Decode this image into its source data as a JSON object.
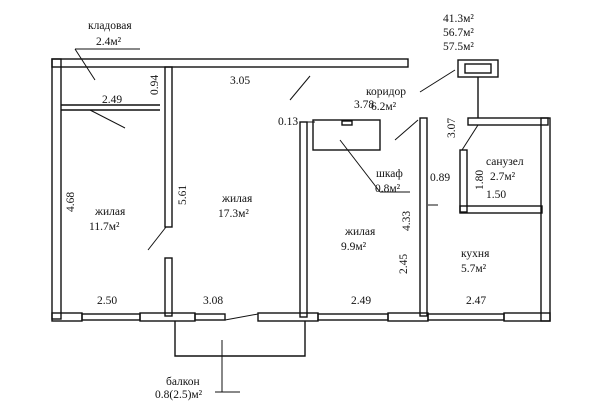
{
  "storage": {
    "name": "кладовая",
    "area": "2.4м²"
  },
  "totals": {
    "living": "41.3м²",
    "total": "56.7м²",
    "total_with_balcony": "57.5м²"
  },
  "rooms": {
    "living_left": {
      "name": "жилая",
      "area": "11.7м²"
    },
    "living_middle": {
      "name": "жилая",
      "area": "17.3м²"
    },
    "living_right": {
      "name": "жилая",
      "area": "9.9м²"
    },
    "corridor": {
      "name": "коридор",
      "area": "6.2м²"
    },
    "wardrobe": {
      "name": "шкаф",
      "area": "0.8м²"
    },
    "bathroom": {
      "name": "санузел",
      "area": "2.7м²"
    },
    "kitchen": {
      "name": "кухня",
      "area": "5.7м²"
    },
    "balcony": {
      "name": "балкон",
      "area": "0.8(2.5)м²"
    }
  },
  "dimensions": {
    "d_249_top": "2.49",
    "d_094": "0.94",
    "d_305": "3.05",
    "d_378": "3.78",
    "d_013": "0.13",
    "d_307": "3.07",
    "d_468": "4.68",
    "d_561": "5.61",
    "d_089": "0.89",
    "d_180": "1.80",
    "d_150": "1.50",
    "d_433": "4.33",
    "d_245": "2.45",
    "d_250": "2.50",
    "d_308": "3.08",
    "d_249_bottom": "2.49",
    "d_247": "2.47"
  }
}
